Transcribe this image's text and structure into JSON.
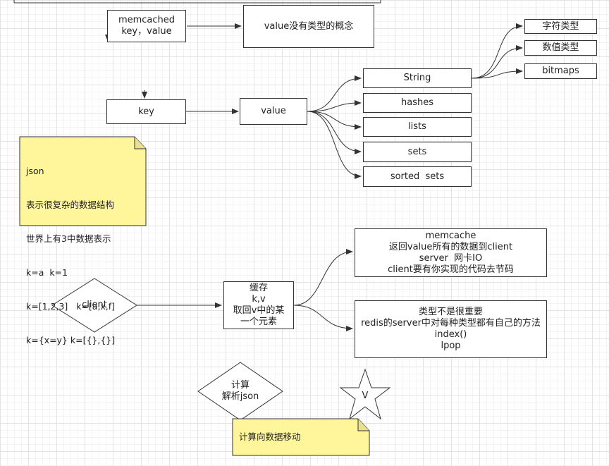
{
  "nodes": {
    "memcached": [
      "memcached",
      "key，value"
    ],
    "value_no_type": "value没有类型的概念",
    "key": "key",
    "value": "value",
    "string": "String",
    "hashes": "hashes",
    "lists": "lists",
    "sets": "sets",
    "sorted_sets": "sorted  sets",
    "char_type": "字符类型",
    "num_type": "数值类型",
    "bitmaps": "bitmaps",
    "client": "client",
    "cache": [
      "缓存",
      "k,v",
      "取回v中的某",
      "一个元素"
    ],
    "memcache_box": [
      "memcache",
      "返回value所有的数据到client",
      "server  网卡IO",
      "client要有你实现的代码去节码"
    ],
    "redis_box": [
      "类型不是很重要",
      "redis的server中对每种类型都有自己的方法",
      "index()",
      "lpop"
    ],
    "compute": [
      "计算",
      "解析json"
    ],
    "star": "V"
  },
  "notes": {
    "json_note": [
      "json",
      "表示很复杂的数据结构",
      "世界上有3中数据表示",
      "k=a  k=1",
      "k=[1,2,3]   k=[a,x,f]",
      "k={x=y} k=[{},{}]"
    ],
    "move_note": "计算向数据移动"
  },
  "colors": {
    "note_fill": "#fff59b",
    "stroke": "#333333",
    "grid": "#e3e3e3"
  }
}
